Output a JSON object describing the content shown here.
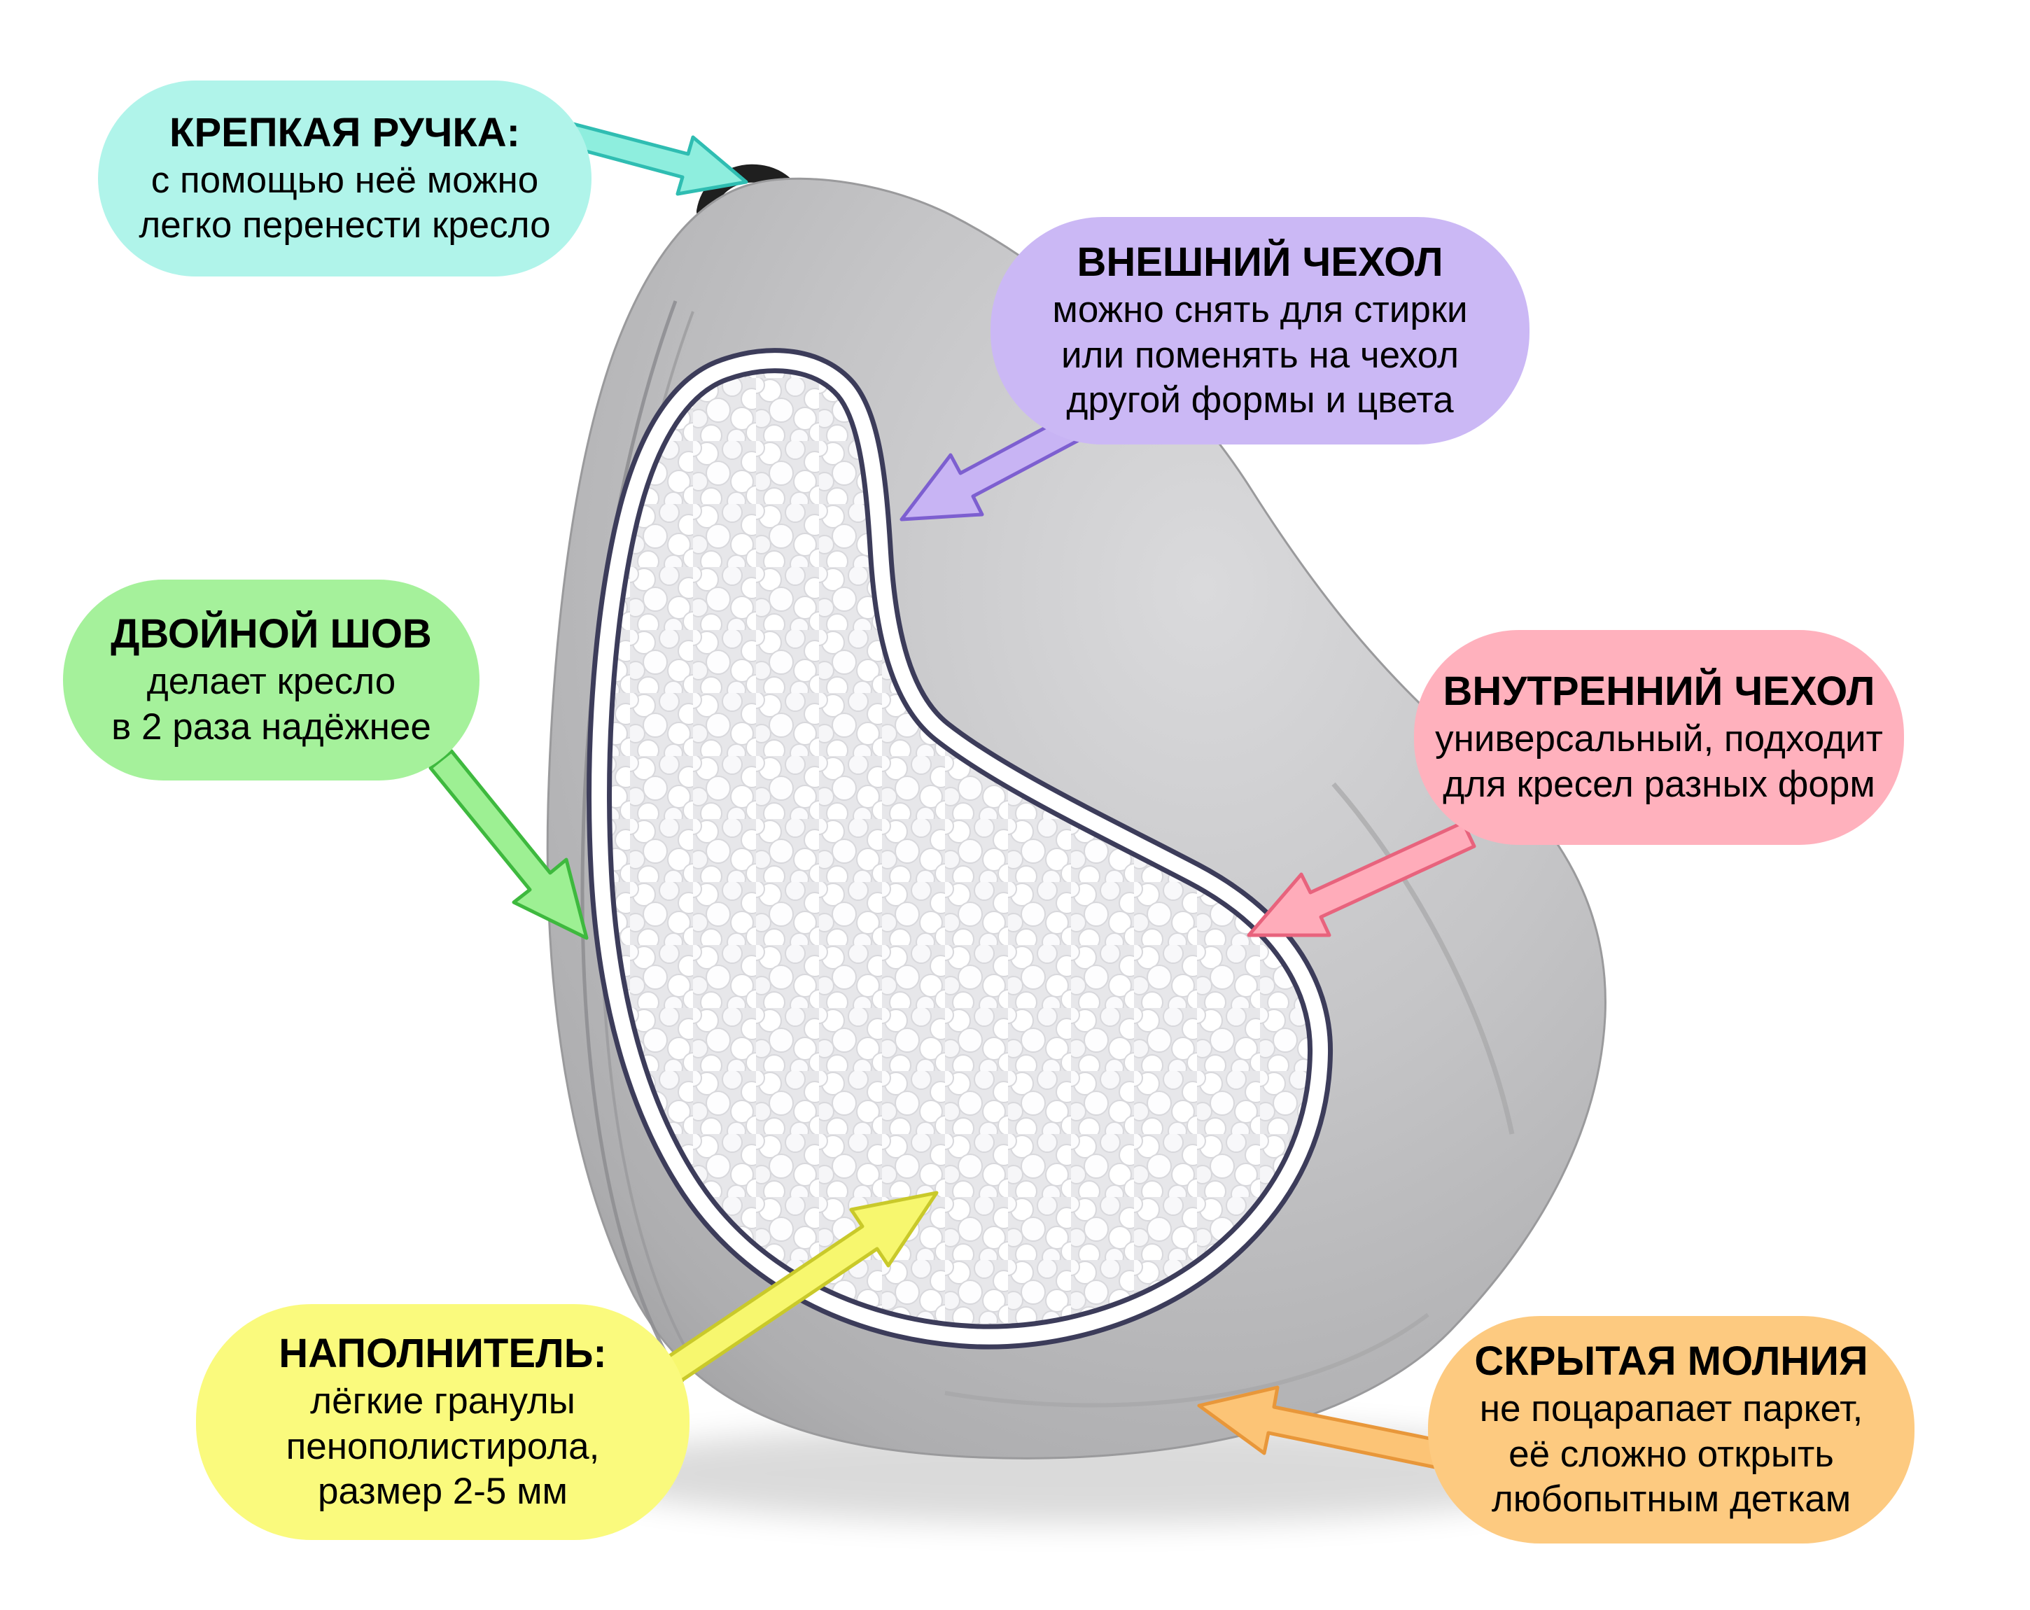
{
  "figure": {
    "background": "#ffffff",
    "chair": {
      "cover_color": "#c5c5c7",
      "liner_band_color": "#ffffff",
      "liner_edge_color": "#3c3c5a",
      "bead_color": "#ffffff",
      "handle_color": "#1f1f1f"
    }
  },
  "callouts": {
    "handle": {
      "title": "КРЕПКАЯ РУЧКА:",
      "lines": [
        "с помощью неё можно",
        "легко перенести кресло"
      ],
      "bg": "#b0f4ea",
      "arrow_fill": "#8eeede",
      "arrow_stroke": "#2fbdb2"
    },
    "outer_cover": {
      "title": "ВНЕШНИЙ ЧЕХОЛ",
      "lines": [
        "можно снять для стирки",
        "или поменять на чехол",
        "другой формы и цвета"
      ],
      "bg": "#cbb8f5",
      "arrow_fill": "#c8b4f4",
      "arrow_stroke": "#7d5fd0"
    },
    "double_seam": {
      "title": "ДВОЙНОЙ ШОВ",
      "lines": [
        "делает кресло",
        "в 2 раза надёжнее"
      ],
      "bg": "#a5f19b",
      "arrow_fill": "#9df093",
      "arrow_stroke": "#3eb93e"
    },
    "inner_cover": {
      "title": "ВНУТРЕННИЙ ЧЕХОЛ",
      "lines": [
        "универсальный, подходит",
        "для кресел разных форм"
      ],
      "bg": "#ffb1bd",
      "arrow_fill": "#ffacba",
      "arrow_stroke": "#e8637d"
    },
    "filler": {
      "title": "НАПОЛНИТЕЛЬ:",
      "lines": [
        "лёгкие гранулы",
        "пенополистирола,",
        "размер 2-5 мм"
      ],
      "bg": "#fafa7d",
      "arrow_fill": "#f7f76e",
      "arrow_stroke": "#c9c92a"
    },
    "zipper": {
      "title": "СКРЫТАЯ МОЛНИЯ",
      "lines": [
        "не поцарапает паркет,",
        "её сложно открыть",
        "любопытным деткам"
      ],
      "bg": "#fdca80",
      "arrow_fill": "#fcc476",
      "arrow_stroke": "#e8973a"
    }
  }
}
